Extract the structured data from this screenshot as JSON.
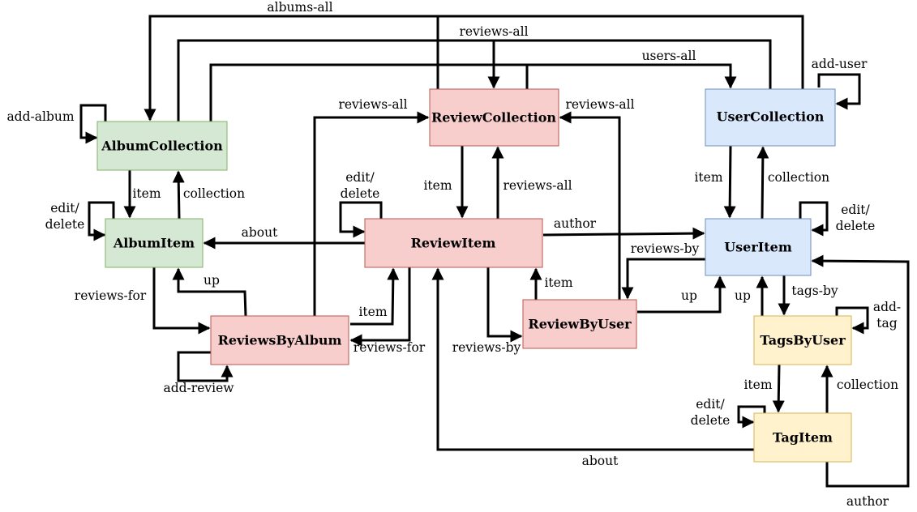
{
  "colors": {
    "green_fill": "#d5e8d4",
    "green_stroke": "#82b366",
    "red_fill": "#f8cecc",
    "red_stroke": "#b85450",
    "blue_fill": "#dae8fc",
    "blue_stroke": "#6c8ebf",
    "yellow_fill": "#fff2cc",
    "yellow_stroke": "#d6b656",
    "edge": "#000000"
  },
  "nodes": {
    "album_collection": "AlbumCollection",
    "album_item": "AlbumItem",
    "review_collection": "ReviewCollection",
    "review_item": "ReviewItem",
    "reviews_by_album": "ReviewsByAlbum",
    "review_by_user": "ReviewByUser",
    "user_collection": "UserCollection",
    "user_item": "UserItem",
    "tags_by_user": "TagsByUser",
    "tag_item": "TagItem"
  },
  "edge_labels": {
    "albums_all": "albums-all",
    "reviews_all_top": "reviews-all",
    "users_all": "users-all",
    "add_user": "add-user",
    "add_album": "add-album",
    "reviews_all_left": "reviews-all",
    "reviews_all_right": "reviews-all",
    "edit_delete_album_1": "edit/",
    "edit_delete_album_2": "delete",
    "edit_delete_review_1": "edit/",
    "edit_delete_review_2": "delete",
    "edit_delete_user_1": "edit/",
    "edit_delete_user_2": "delete",
    "edit_delete_tag_1": "edit/",
    "edit_delete_tag_2": "delete",
    "item_album": "item",
    "collection_album": "collection",
    "item_review": "item",
    "reviews_all_from_item": "reviews-all",
    "item_user": "item",
    "collection_user": "collection",
    "about_album": "about",
    "author_review": "author",
    "reviews_by_user_edge": "reviews-by",
    "reviews_for_left": "reviews-for",
    "up_album": "up",
    "item_reviews_by_album": "item",
    "reviews_for_right": "reviews-for",
    "add_review": "add-review",
    "item_review_by_user": "item",
    "up_user": "up",
    "reviews_by_bottom": "reviews-by",
    "up_tags": "up",
    "tags_by": "tags-by",
    "add_tag_1": "add-",
    "add_tag_2": "tag",
    "item_tag": "item",
    "collection_tag": "collection",
    "about_tag": "about",
    "author_tag": "author"
  }
}
